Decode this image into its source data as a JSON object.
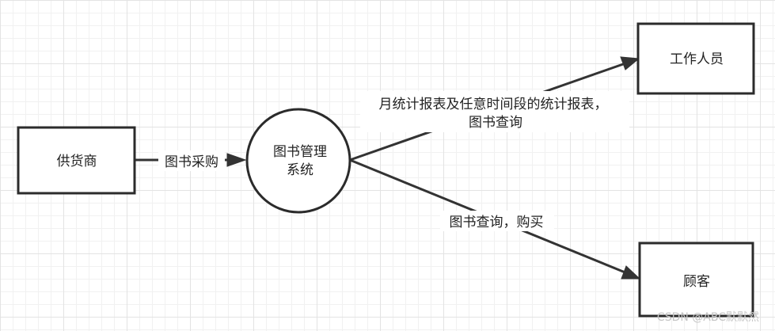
{
  "nodes": {
    "supplier": "供货商",
    "system": [
      "图书管理",
      "系统"
    ],
    "staff": "工作人员",
    "customer": "顾客"
  },
  "edges": {
    "purchase": "图书采购",
    "reports": [
      "月统计报表及任意时间段的统计报表，",
      "图书查询"
    ],
    "query_buy": "图书查询，购买"
  },
  "watermark": "CSDN @ABC默默然"
}
